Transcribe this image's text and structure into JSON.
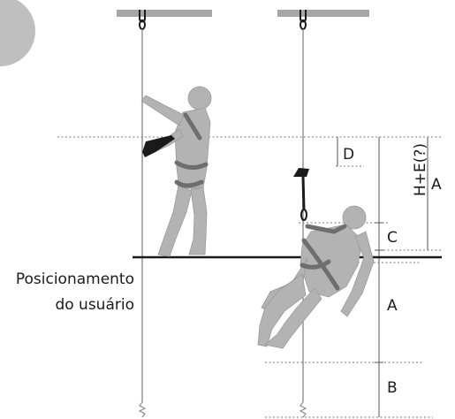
{
  "labels": {
    "d": "D",
    "h_e": "H+E(?)",
    "a_upper": "A",
    "c": "C",
    "a_lower": "A",
    "b": "B"
  },
  "caption": {
    "line1": "Posicionamento",
    "line2": "do usuário"
  },
  "colors": {
    "figure": "#b3b3b3",
    "harness": "#6e6e6e",
    "anchor_bar": "#a6a6a6",
    "tab_badge": "#bfbfbf",
    "ground": "#1a1a1a"
  }
}
